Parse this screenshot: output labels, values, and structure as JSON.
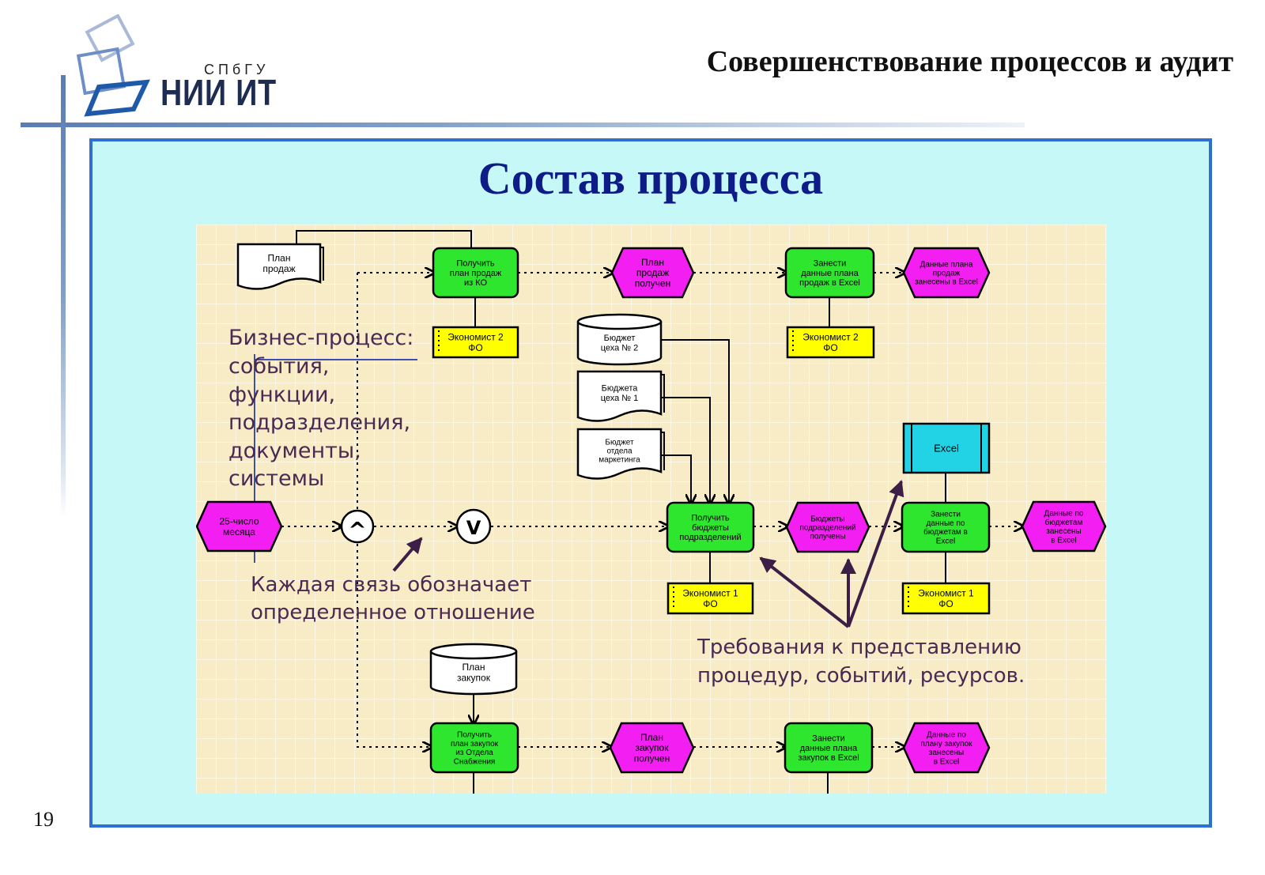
{
  "header": {
    "title": "Совершенствование процессов и аудит",
    "logo_org": "СПбГУ",
    "logo_name": "НИИ ИТ"
  },
  "slide": {
    "title": "Состав процесса",
    "page_number": "19"
  },
  "diagram": {
    "annotations": {
      "bp_lines": [
        "Бизнес-процесс:",
        "события,",
        "функции,",
        "подразделения,",
        "документы,",
        "системы"
      ],
      "link_lines": [
        "Каждая связь обозначает",
        "определенное отношение"
      ],
      "req_lines": [
        "Требования к представлению",
        "процедур, событий, ресурсов."
      ]
    },
    "documents": {
      "plan_sales": [
        "План",
        "продаж"
      ],
      "budget_2": [
        "Бюджет",
        "цеха № 2"
      ],
      "budget_1": [
        "Бюджета",
        "цеха № 1"
      ],
      "budget_mkt": [
        "Бюджет",
        "отдела",
        "маркетинга"
      ],
      "plan_purchases": [
        "План",
        "закупок"
      ]
    },
    "functions": {
      "get_plan_sales": [
        "Получить",
        "план продаж",
        "из КО"
      ],
      "enter_plan_sales": [
        "Занести",
        "данные плана",
        "продаж в Excel"
      ],
      "get_budgets": [
        "Получить",
        "бюджеты",
        "подразделений"
      ],
      "enter_budgets": [
        "Занести",
        "данные по",
        "бюджетам в",
        "Excel"
      ],
      "get_plan_purchases": [
        "Получить",
        "план закупок",
        "из Отдела",
        "Снабжения"
      ],
      "enter_plan_purchases": [
        "Занести",
        "данные плана",
        "закупок в Excel"
      ]
    },
    "events": {
      "plan_sales_received": [
        "План",
        "продаж",
        "получен"
      ],
      "plan_sales_entered": [
        "Данные плана",
        "продаж",
        "занесены в Excel"
      ],
      "day_25": [
        "25-число",
        "месяца"
      ],
      "budgets_received": [
        "Бюджеты",
        "подразделений",
        "получены"
      ],
      "budgets_entered": [
        "Данные по",
        "бюджетам",
        "занесены",
        "в Excel"
      ],
      "plan_purchases_received": [
        "План",
        "закупок",
        "получен"
      ],
      "plan_purchases_entered": [
        "Данные по",
        "плану закупок",
        "занесены",
        "в Excel"
      ]
    },
    "org_units": {
      "econ_2_a": [
        "Экономист 2",
        "ФО"
      ],
      "econ_2_b": [
        "Экономист 2",
        "ФО"
      ],
      "econ_1_a": [
        "Экономист 1",
        "ФО"
      ],
      "econ_1_b": [
        "Экономист 1",
        "ФО"
      ]
    },
    "system": {
      "excel": "Excel"
    },
    "connectors": {
      "and": "^",
      "or": "V"
    },
    "colors": {
      "function": "#2ee62e",
      "event": "#f21ef2",
      "org_unit": "#ffff00",
      "system": "#22d3e6",
      "grid_bg": "#f8ecc6"
    }
  }
}
